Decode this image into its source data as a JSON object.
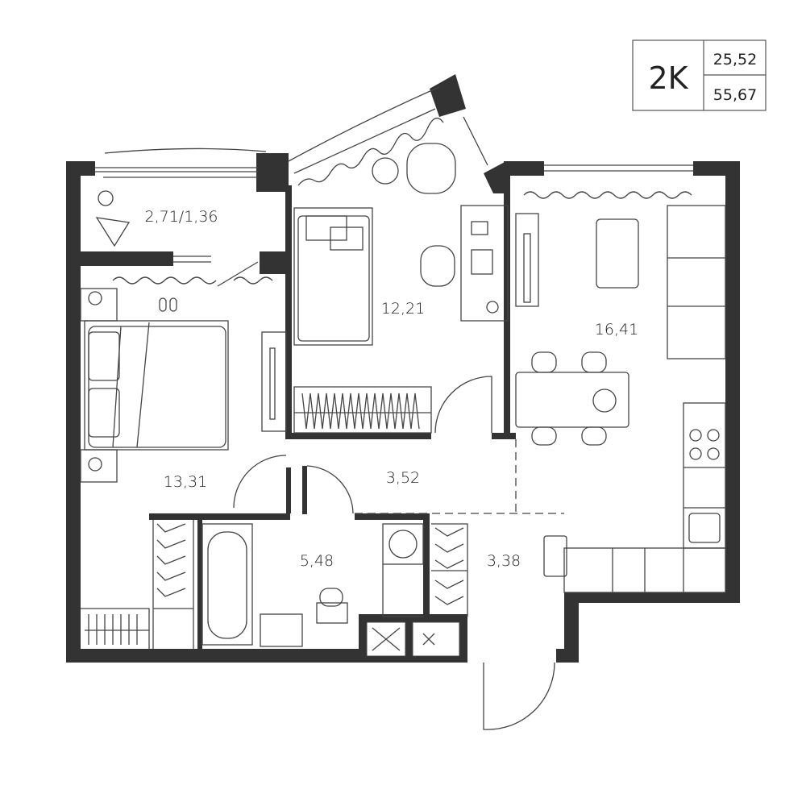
{
  "info_box": {
    "type_label": "2K",
    "living_area": "25,52",
    "total_area": "55,67"
  },
  "rooms": [
    {
      "id": "balcony",
      "area": "2,71/1,36"
    },
    {
      "id": "bedroom-small",
      "area": "12,21"
    },
    {
      "id": "living-kitchen",
      "area": "16,41"
    },
    {
      "id": "bedroom-main",
      "area": "13,31"
    },
    {
      "id": "hallway",
      "area": "3,52"
    },
    {
      "id": "bathroom",
      "area": "5,48"
    },
    {
      "id": "entry",
      "area": "3,38"
    }
  ],
  "colors": {
    "wall": "#333333",
    "line": "#444444"
  }
}
